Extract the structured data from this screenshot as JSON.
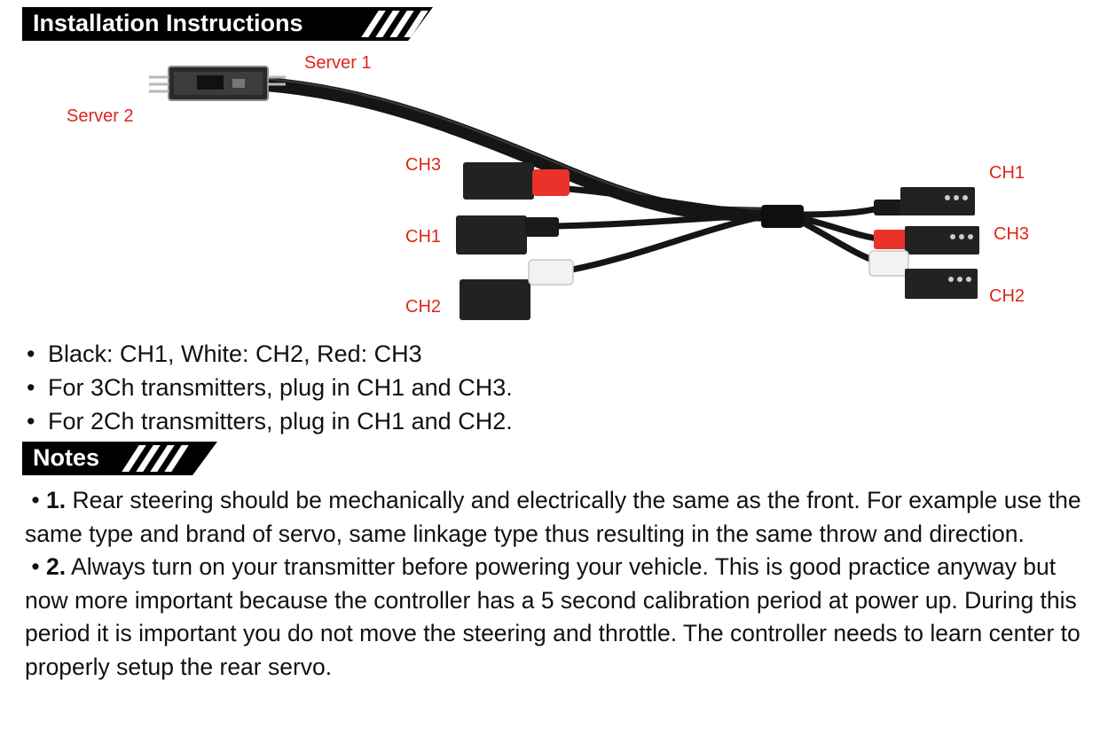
{
  "sections": {
    "installation_title": "Installation Instructions",
    "notes_title": "Notes"
  },
  "diagram": {
    "labels": {
      "server1": "Server 1",
      "server2": "Server 2",
      "left_ch3": "CH3",
      "left_ch1": "CH1",
      "left_ch2": "CH2",
      "right_ch1": "CH1",
      "right_ch3": "CH3",
      "right_ch2": "CH2"
    },
    "colors": {
      "label_red": "#e0241b",
      "sleeve_red": "#e8322a",
      "sleeve_white": "#f2f2f2",
      "connector_black": "#222222"
    }
  },
  "instructions": [
    {
      "bullet": "•",
      "text": "Black: CH1, White: CH2, Red: CH3"
    },
    {
      "bullet": "•",
      "text": "For 3Ch transmitters, plug in CH1 and CH3."
    },
    {
      "bullet": "•",
      "text": "For 2Ch transmitters, plug in CH1 and CH2."
    }
  ],
  "notes": [
    {
      "bullet": "•",
      "number": "1.",
      "text": "Rear steering should be mechanically and electrically the same as the front. For example use the same type and brand of servo, same linkage type thus resulting in the same throw and direction."
    },
    {
      "bullet": "•",
      "number": "2.",
      "text": "Always turn on your transmitter before powering your vehicle. This is good practice anyway but now more important because the controller has a 5 second calibration period at power up. During this period it is important you do not move the steering and throttle. The controller needs to learn center to properly setup the rear servo."
    }
  ]
}
